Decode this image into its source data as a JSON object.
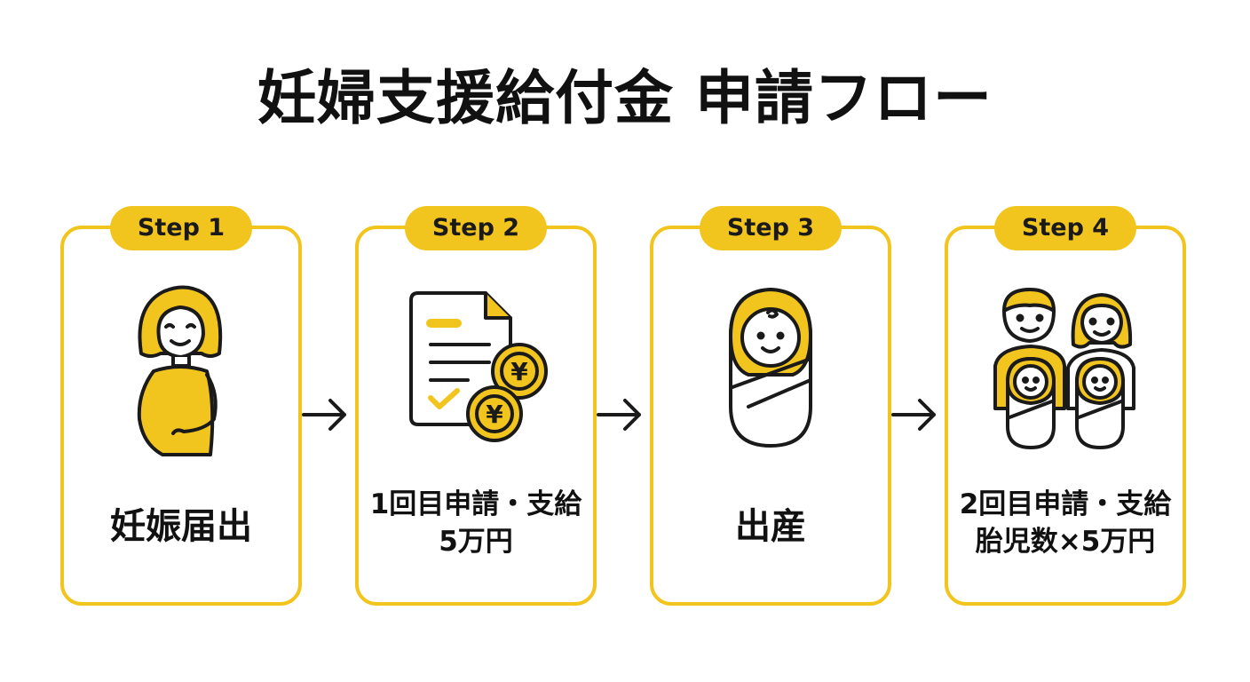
{
  "title": "妊婦支援給付金 申請フロー",
  "colors": {
    "accent": "#F2C41E",
    "stroke": "#1a1a1a"
  },
  "steps": [
    {
      "badge": "Step 1",
      "icon": "pregnant-woman-icon",
      "lines": [
        "妊娠届出"
      ]
    },
    {
      "badge": "Step 2",
      "icon": "document-yen-coins-icon",
      "lines": [
        "1回目申請・支給",
        "5万円"
      ]
    },
    {
      "badge": "Step 3",
      "icon": "swaddled-baby-icon",
      "lines": [
        "出産"
      ]
    },
    {
      "badge": "Step 4",
      "icon": "family-with-babies-icon",
      "lines": [
        "2回目申請・支給",
        "胎児数×5万円"
      ]
    }
  ]
}
